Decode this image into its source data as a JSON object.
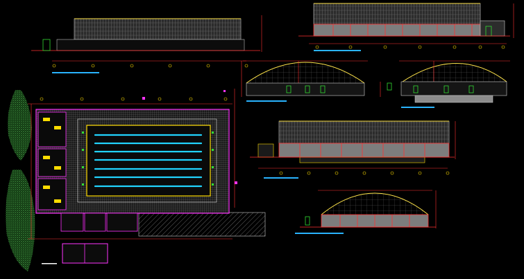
{
  "drawing": {
    "background": "#000000",
    "colors": {
      "outline": "#ff2a2a",
      "layout": "#ff33ff",
      "pool_lanes": "#22d4ff",
      "grid_lines": "#f2f2f2",
      "roof": "#ffe44a",
      "dimension": "#ff3030",
      "markers": "#ffdd00",
      "glazing": "#5a5a5a",
      "wall": "#9a9a9a",
      "title_bar": "#2ab4ff",
      "trees": "#2f7a2f",
      "paving_hatch": "#b0b0b0",
      "text": "#ffffff"
    },
    "views": [
      {
        "id": "top-left-elevation",
        "kind": "long elevation"
      },
      {
        "id": "top-right-elevation",
        "kind": "long elevation"
      },
      {
        "id": "vault-section-1",
        "kind": "arched section"
      },
      {
        "id": "vault-section-2",
        "kind": "arched section"
      },
      {
        "id": "middle-right-elevation",
        "kind": "long elevation"
      },
      {
        "id": "vault-section-3",
        "kind": "arched section"
      },
      {
        "id": "floor-plan",
        "kind": "pool hall plan"
      }
    ]
  }
}
